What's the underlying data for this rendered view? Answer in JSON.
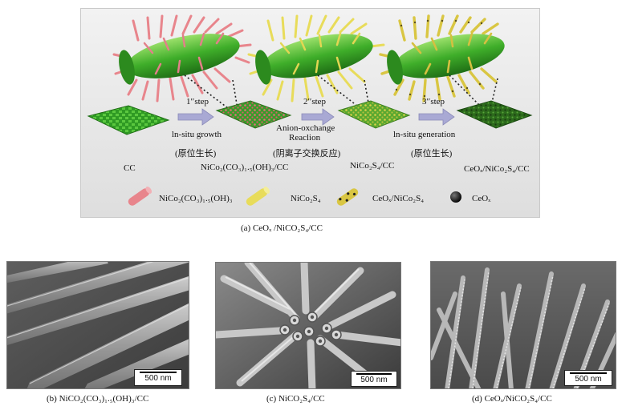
{
  "schematic": {
    "steps": [
      {
        "number": "1′′step",
        "process": "ln-situ growth",
        "process_cn": "(原位生长)"
      },
      {
        "number": "2′′step",
        "process": "Anion-oxchange",
        "process_line2": "Reaclion",
        "process_cn": "(阴离子交换反应)"
      },
      {
        "number": "3′′step",
        "process": "ln-situ generation",
        "process_cn": "(原位生长)"
      }
    ],
    "stages": [
      "CC",
      "NiCo₂(CO₃)₁.₅(OH)₃/CC",
      "NiCo₂S₄/CC",
      "CeOₓ/NiCo₂S₄/CC"
    ],
    "legend": [
      {
        "label": "NiCo₂(CO₃)₁.₅(OH)₃",
        "icon": "pink-rod-icon",
        "color": "#e8858c"
      },
      {
        "label": "NiCo₂S₄",
        "icon": "yellow-rod-icon",
        "color": "#e8dc5a"
      },
      {
        "label": "CeOₓ/NiCo₂S₄",
        "icon": "dotted-yellow-rod-icon",
        "color": "#d9c642"
      },
      {
        "label": "CeOₓ",
        "icon": "black-sphere-icon",
        "color": "#111111"
      }
    ]
  },
  "captions": {
    "a": "(a) CeOₓ /NiCO₂S₄/CC",
    "b": "(b) NiCO₂(CO₃)₁.₅(OH)₃/CC",
    "c": "(c) NiCO₂S₄/CC",
    "d": "(d) CeOₓ/NiCO₂S₄/CC"
  },
  "scale_label": "500 nm"
}
